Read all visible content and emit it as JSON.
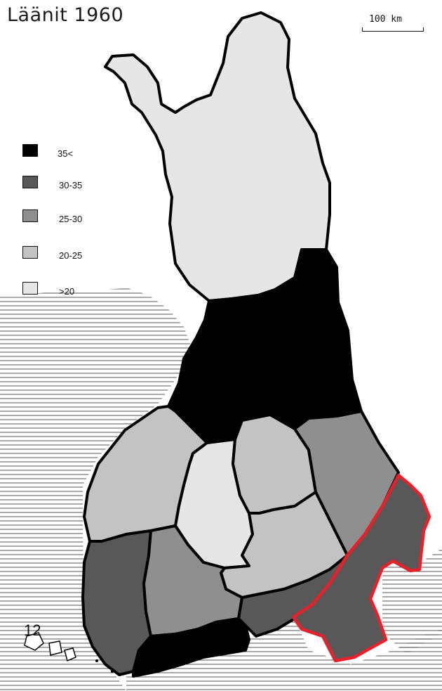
{
  "title": "Läänit 1960",
  "scale": {
    "label": "100 km"
  },
  "legend": {
    "items": [
      {
        "label": "35<",
        "color": "#000000"
      },
      {
        "label": "30-35",
        "color": "#585858"
      },
      {
        "label": "25-30",
        "color": "#8f8f8f"
      },
      {
        "label": "20-25",
        "color": "#c3c3c3"
      },
      {
        "label": ">20",
        "color": "#e6e6e6"
      }
    ]
  },
  "page_number": "12",
  "colors": {
    "region_outline": "#000000",
    "highlight_outline": "#e8202a",
    "sea_hatch": "#333333"
  }
}
